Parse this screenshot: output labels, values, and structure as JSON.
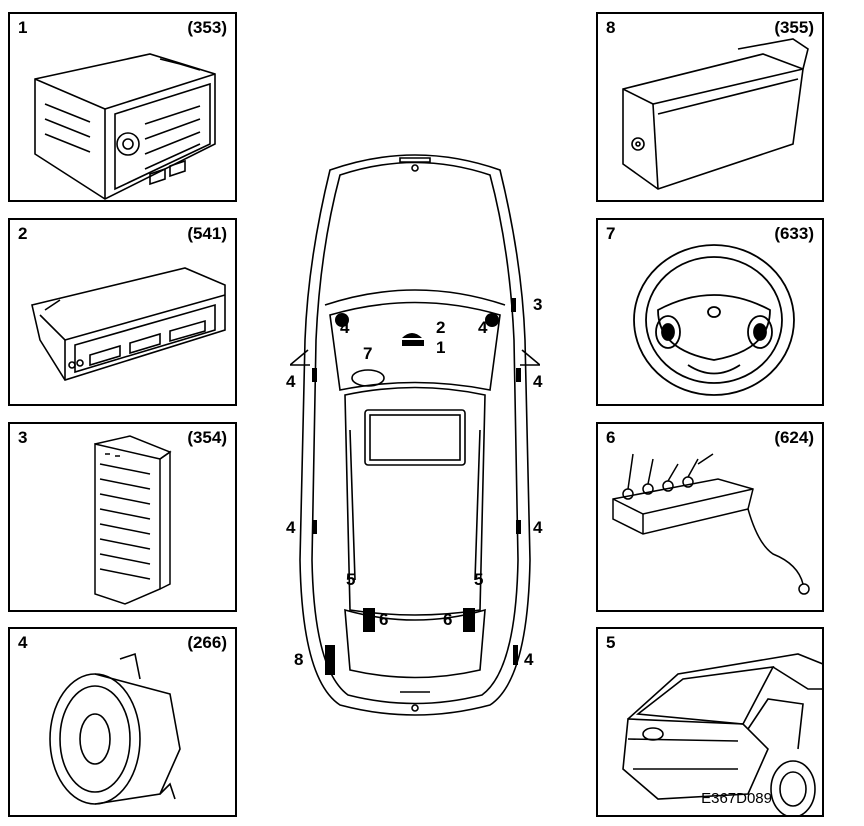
{
  "panels": [
    {
      "number": "1",
      "ref": "(353)",
      "component": "radio unit"
    },
    {
      "number": "2",
      "ref": "(541)",
      "component": "display unit"
    },
    {
      "number": "3",
      "ref": "(354)",
      "component": "amplifier"
    },
    {
      "number": "4",
      "ref": "(266)",
      "component": "speaker"
    },
    {
      "number": "8",
      "ref": "(355)",
      "component": "cd changer"
    },
    {
      "number": "7",
      "ref": "(633)",
      "component": "steering wheel controls"
    },
    {
      "number": "6",
      "ref": "(624)",
      "component": "antenna amplifier"
    },
    {
      "number": "5",
      "ref": "",
      "component": "rear window antenna"
    }
  ],
  "car_labels": {
    "l1": "1",
    "l2": "2",
    "l3": "3",
    "l4a": "4",
    "l4b": "4",
    "l4c": "4",
    "l4d": "4",
    "l4e": "4",
    "l4f": "4",
    "l4g": "4",
    "l5a": "5",
    "l5b": "5",
    "l6a": "6",
    "l6b": "6",
    "l7": "7",
    "l8": "8"
  },
  "diagram_code": "E367D089"
}
